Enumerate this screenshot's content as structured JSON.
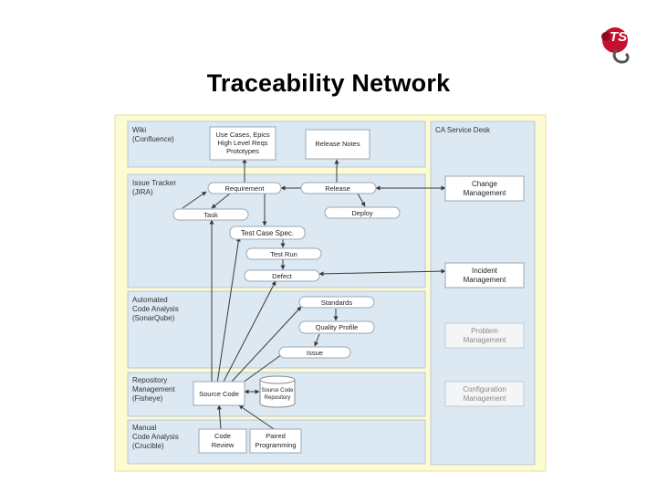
{
  "title": "Traceability Network",
  "logo": {
    "text": "TS",
    "name": "company-logo"
  },
  "colors": {
    "frame": "#fdfbd2",
    "lane": "#dce8f2",
    "lane_stroke": "#b9c9d6",
    "box": "#ffffff",
    "box_stroke": "#9aa8b5",
    "edge": "#3a3a3a",
    "faded": "#8a8a8a"
  },
  "lanes": [
    {
      "id": "wiki",
      "label": [
        "Wiki",
        "(Confluence)"
      ]
    },
    {
      "id": "tracker",
      "label": [
        "Issue Tracker",
        "(JIRA)"
      ]
    },
    {
      "id": "aca",
      "label": [
        "Automated",
        "Code Analysis",
        "(SonarQube)"
      ]
    },
    {
      "id": "repo",
      "label": [
        "Repository",
        "Management",
        "(Fisheye)"
      ]
    },
    {
      "id": "mca",
      "label": [
        "Manual",
        "Code Analysis",
        "(Crucible)"
      ]
    },
    {
      "id": "ca",
      "label": [
        "CA Service Desk"
      ]
    }
  ],
  "nodes": [
    {
      "id": "usecases",
      "label": [
        "Use Cases, Epics",
        "High Level Reqs",
        "Prototypes"
      ]
    },
    {
      "id": "relnotes",
      "label": [
        "Release Notes"
      ]
    },
    {
      "id": "requirement",
      "label": [
        "Requirement"
      ]
    },
    {
      "id": "release",
      "label": [
        "Release"
      ]
    },
    {
      "id": "task",
      "label": [
        "Task"
      ]
    },
    {
      "id": "deploy",
      "label": [
        "Deploy"
      ]
    },
    {
      "id": "testspec",
      "label": [
        "Test Case Spec."
      ]
    },
    {
      "id": "testrun",
      "label": [
        "Test Run"
      ]
    },
    {
      "id": "defect",
      "label": [
        "Defect"
      ]
    },
    {
      "id": "standards",
      "label": [
        "Standards"
      ]
    },
    {
      "id": "qprofile",
      "label": [
        "Quality Profile"
      ]
    },
    {
      "id": "issue",
      "label": [
        "Issue"
      ]
    },
    {
      "id": "sourcecode",
      "label": [
        "Source Code"
      ]
    },
    {
      "id": "repository",
      "label": [
        "Source Code",
        "Repository"
      ]
    },
    {
      "id": "codereview",
      "label": [
        "Code",
        "Review"
      ]
    },
    {
      "id": "paired",
      "label": [
        "Paired",
        "Programming"
      ]
    },
    {
      "id": "change",
      "label": [
        "Change",
        "Management"
      ]
    },
    {
      "id": "incident",
      "label": [
        "Incident",
        "Management"
      ]
    },
    {
      "id": "problem",
      "label": [
        "Problem",
        "Management"
      ]
    },
    {
      "id": "config",
      "label": [
        "Configuration",
        "Management"
      ]
    }
  ]
}
